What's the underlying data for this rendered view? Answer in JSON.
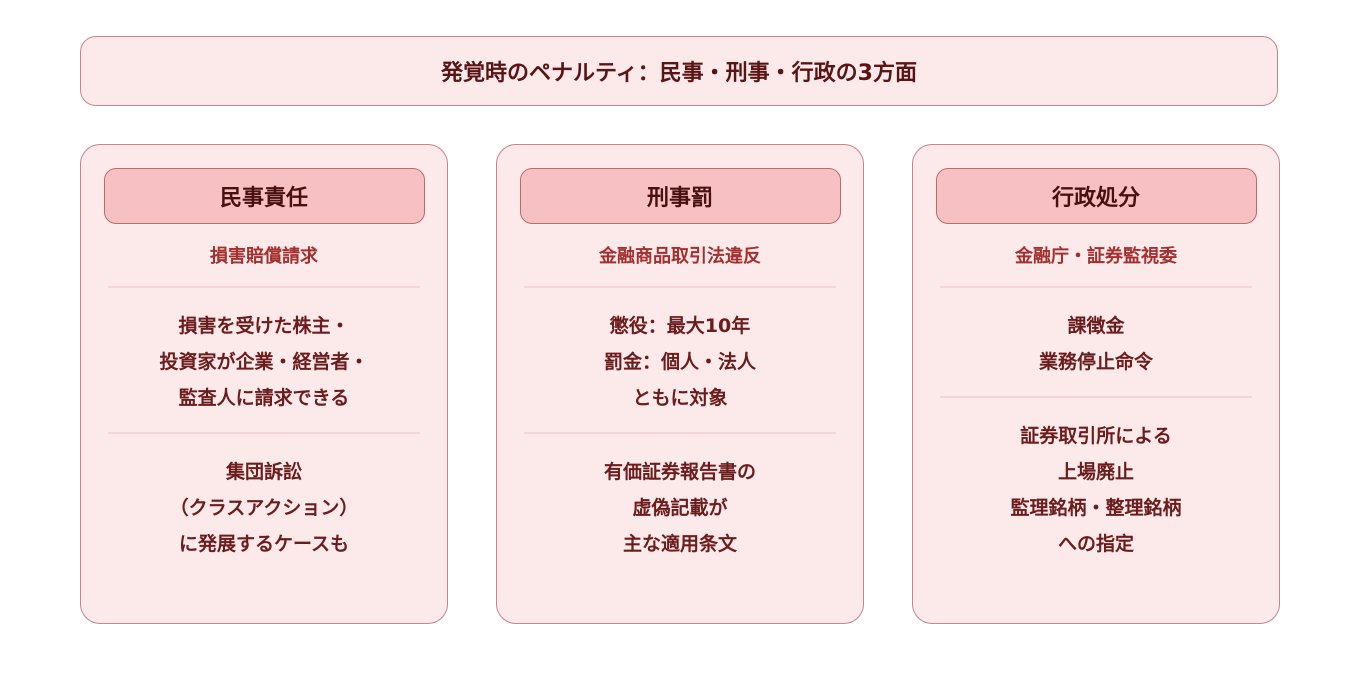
{
  "banner": {
    "title": "発覚時のペナルティ：民事・刑事・行政の3方面"
  },
  "colors": {
    "card_bg": "#fce9ea",
    "border": "#cc8286",
    "pill_bg": "#f7c0c2",
    "subtitle_text": "#a3302f",
    "body_text": "#6b1c1c"
  },
  "cards": [
    {
      "header": "民事責任",
      "subtitle": "損害賠償請求",
      "blocks": [
        "損害を受けた株主・\n投資家が企業・経営者・\n監査人に請求できる",
        "集団訴訟\n（クラスアクション）\nに発展するケースも"
      ]
    },
    {
      "header": "刑事罰",
      "subtitle": "金融商品取引法違反",
      "blocks": [
        "懲役：最大10年\n罰金：個人・法人\nともに対象",
        "有価証券報告書の\n虚偽記載が\n主な適用条文"
      ]
    },
    {
      "header": "行政処分",
      "subtitle": "金融庁・証券監視委",
      "blocks": [
        "課徴金\n業務停止命令",
        "証券取引所による\n上場廃止\n監理銘柄・整理銘柄\nへの指定"
      ]
    }
  ]
}
